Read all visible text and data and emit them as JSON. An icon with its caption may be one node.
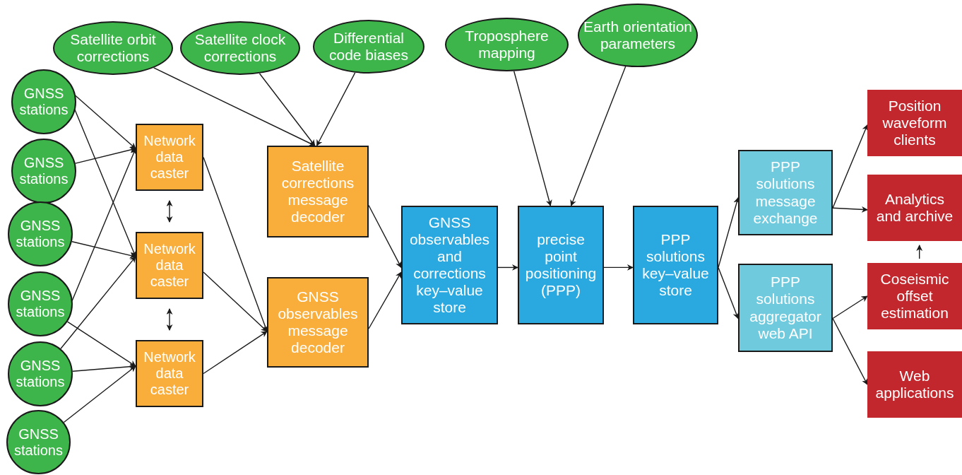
{
  "diagram": {
    "nodes": [
      {
        "text": [
          "Satellite orbit corrections"
        ]
      },
      {
        "text": [
          "Satellite clock corrections"
        ]
      },
      {
        "text": [
          "Differential code biases"
        ]
      },
      {
        "text": [
          "Troposphere mapping"
        ]
      },
      {
        "text": [
          "Earth orientation parameters"
        ]
      },
      {
        "text": [
          "GNSS stations"
        ]
      },
      {
        "text": [
          "GNSS stations"
        ]
      },
      {
        "text": [
          "GNSS stations"
        ]
      },
      {
        "text": [
          "GNSS stations"
        ]
      },
      {
        "text": [
          "GNSS stations"
        ]
      },
      {
        "text": [
          "GNSS stations"
        ]
      },
      {
        "text": [
          "Network data caster"
        ]
      },
      {
        "text": [
          "Network data caster"
        ]
      },
      {
        "text": [
          "Network data caster"
        ]
      },
      {
        "text": [
          "Satellite corrections message decoder"
        ]
      },
      {
        "text": [
          "GNSS observables message decoder"
        ]
      },
      {
        "text": [
          "GNSS observables and corrections key–value store"
        ]
      },
      {
        "text": [
          "precise point positioning (PPP)"
        ]
      },
      {
        "text": [
          "PPP solutions key–value store"
        ]
      },
      {
        "text": [
          "PPP solutions message exchange"
        ]
      },
      {
        "text": [
          "PPP solutions aggregator web API"
        ]
      },
      {
        "text": [
          "Position waveform clients"
        ]
      },
      {
        "text": [
          "Analytics and archive"
        ]
      },
      {
        "text": [
          "Coseismic offset estimation"
        ]
      },
      {
        "text": [
          "Web applications"
        ]
      }
    ],
    "edges": [
      {
        "from": 5,
        "to": 11,
        "arrow": "to"
      },
      {
        "from": 5,
        "to": 12,
        "arrow": "to"
      },
      {
        "from": 6,
        "to": 11,
        "arrow": "to"
      },
      {
        "from": 7,
        "to": 12,
        "arrow": "to"
      },
      {
        "from": 8,
        "to": 11,
        "arrow": "to"
      },
      {
        "from": 8,
        "to": 13,
        "arrow": "to"
      },
      {
        "from": 9,
        "to": 12,
        "arrow": "to"
      },
      {
        "from": 9,
        "to": 13,
        "arrow": "to"
      },
      {
        "from": 10,
        "to": 13,
        "arrow": "to"
      },
      {
        "from": 11,
        "to": 12,
        "arrow": "both"
      },
      {
        "from": 12,
        "to": 13,
        "arrow": "both"
      },
      {
        "from": 11,
        "to": 15,
        "arrow": "to"
      },
      {
        "from": 12,
        "to": 15,
        "arrow": "to"
      },
      {
        "from": 13,
        "to": 15,
        "arrow": "to"
      },
      {
        "from": 0,
        "to": 14,
        "arrow": "to"
      },
      {
        "from": 1,
        "to": 14,
        "arrow": "to"
      },
      {
        "from": 2,
        "to": 14,
        "arrow": "to"
      },
      {
        "from": 14,
        "to": 16,
        "arrow": "to"
      },
      {
        "from": 15,
        "to": 16,
        "arrow": "to"
      },
      {
        "from": 16,
        "to": 17,
        "arrow": "to"
      },
      {
        "from": 3,
        "to": 17,
        "arrow": "to"
      },
      {
        "from": 4,
        "to": 17,
        "arrow": "to"
      },
      {
        "from": 17,
        "to": 18,
        "arrow": "to"
      },
      {
        "from": 18,
        "to": 19,
        "arrow": "to"
      },
      {
        "from": 18,
        "to": 20,
        "arrow": "to"
      },
      {
        "from": 19,
        "to": 21,
        "arrow": "to"
      },
      {
        "from": 19,
        "to": 22,
        "arrow": "to"
      },
      {
        "from": 20,
        "to": 23,
        "arrow": "to"
      },
      {
        "from": 20,
        "to": 24,
        "arrow": "to"
      },
      {
        "from": 23,
        "to": 22,
        "arrow": "to"
      }
    ]
  }
}
